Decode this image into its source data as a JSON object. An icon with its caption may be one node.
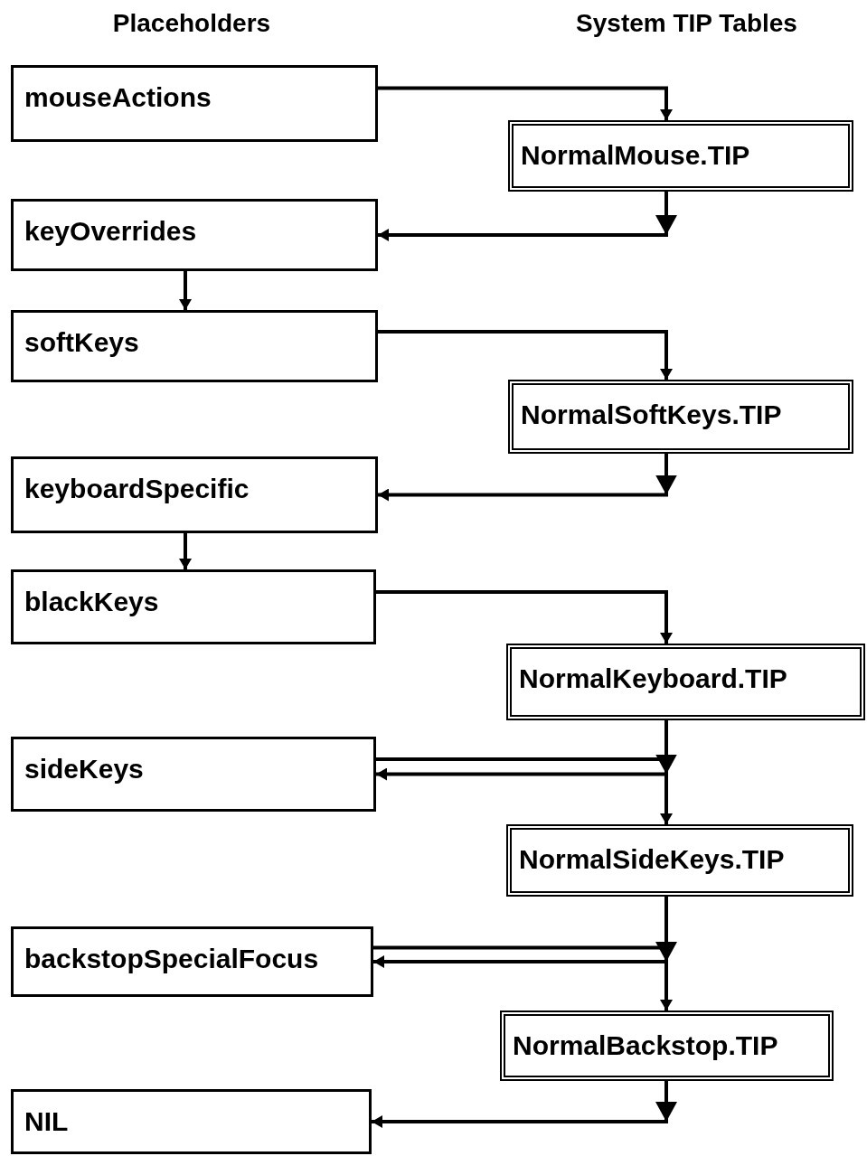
{
  "diagram": {
    "nodes": [
      {
        "text": [
          "mouseActions"
        ]
      },
      {
        "text": [
          "NormalMouse.TIP"
        ]
      },
      {
        "text": [
          "keyOverrides"
        ]
      },
      {
        "text": [
          "softKeys"
        ]
      },
      {
        "text": [
          "NormalSoftKeys.TIP"
        ]
      },
      {
        "text": [
          "keyboardSpecific"
        ]
      },
      {
        "text": [
          "blackKeys"
        ]
      },
      {
        "text": [
          "NormalKeyboard.TIP"
        ]
      },
      {
        "text": [
          "sideKeys"
        ]
      },
      {
        "text": [
          "NormalSideKeys.TIP"
        ]
      },
      {
        "text": [
          "backstopSpecialFocus"
        ]
      },
      {
        "text": [
          "NormalBackstop.TIP"
        ]
      },
      {
        "text": [
          "NIL"
        ]
      }
    ],
    "edges": [
      {
        "from": 0,
        "to": 1,
        "arrow": "to"
      },
      {
        "from": 1,
        "to": 2,
        "arrow": "to"
      },
      {
        "from": 2,
        "to": 3,
        "arrow": "to"
      },
      {
        "from": 3,
        "to": 4,
        "arrow": "to"
      },
      {
        "from": 4,
        "to": 5,
        "arrow": "to"
      },
      {
        "from": 5,
        "to": 6,
        "arrow": "to"
      },
      {
        "from": 6,
        "to": 7,
        "arrow": "to"
      },
      {
        "from": 7,
        "to": 8,
        "arrow": "to"
      },
      {
        "from": 8,
        "to": 9,
        "arrow": "to"
      },
      {
        "from": 9,
        "to": 10,
        "arrow": "to"
      },
      {
        "from": 10,
        "to": 11,
        "arrow": "to"
      },
      {
        "from": 11,
        "to": 12,
        "arrow": "to"
      }
    ],
    "labels": [
      "Placeholders",
      "System TIP Tables"
    ]
  }
}
